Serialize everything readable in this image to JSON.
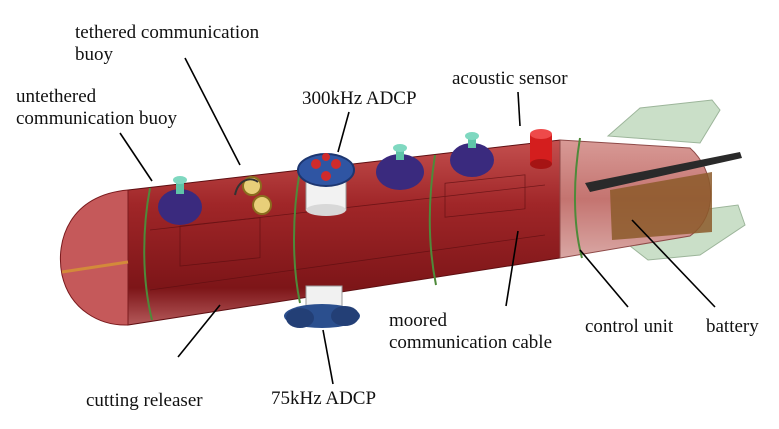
{
  "labels": {
    "tethered_buoy": [
      "tethered communication",
      "buoy"
    ],
    "untethered_buoy": [
      "untethered",
      "communication buoy"
    ],
    "adcp_300": "300kHz ADCP",
    "acoustic_sensor": "acoustic sensor",
    "moored_cable": [
      "moored",
      "communication cable"
    ],
    "control_unit": "control unit",
    "battery": "battery",
    "cutting_releaser": "cutting releaser",
    "adcp_75": "75kHz ADCP"
  },
  "colors": {
    "hull": "#8e1c1f",
    "hull_light": "#c0484a",
    "fin": "#c9ddc6",
    "buoy": "#3a2a7e",
    "adcp_blue": "#2b4f8e",
    "sensor_red": "#d41e1e",
    "ring_green": "#4e8a3a"
  }
}
